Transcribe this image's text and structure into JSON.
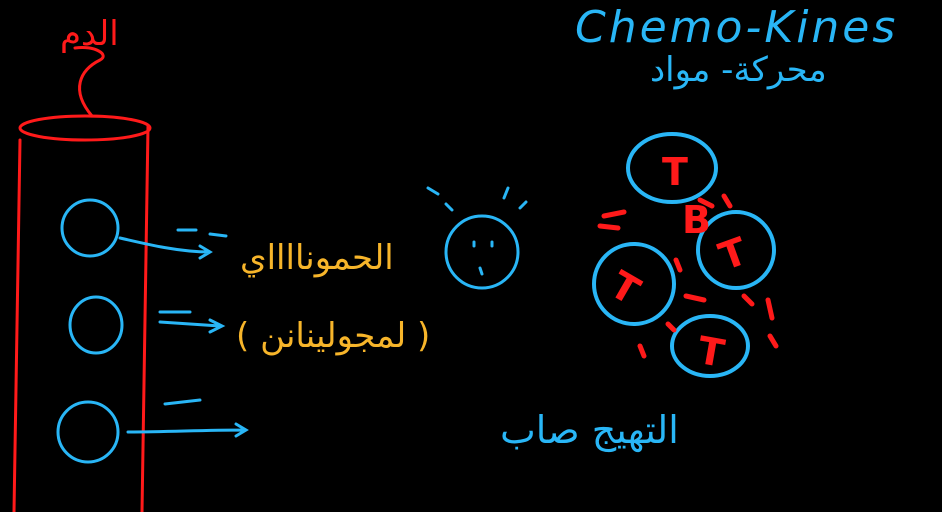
{
  "title_text": "Chemo-Kines",
  "subtitle_text": "محركة- مواد",
  "top_left_label": "الدم",
  "label_1": "الحمونااااي",
  "label_2": "( لمجولينانن )",
  "bottom_label": "التهيج صاب",
  "cell_letters": [
    "T",
    "B",
    "T",
    "T",
    "T"
  ],
  "colors": {
    "background": "#000000",
    "blue": "#29b6f6",
    "red": "#ff1a1a",
    "orange": "#f7b52a"
  }
}
